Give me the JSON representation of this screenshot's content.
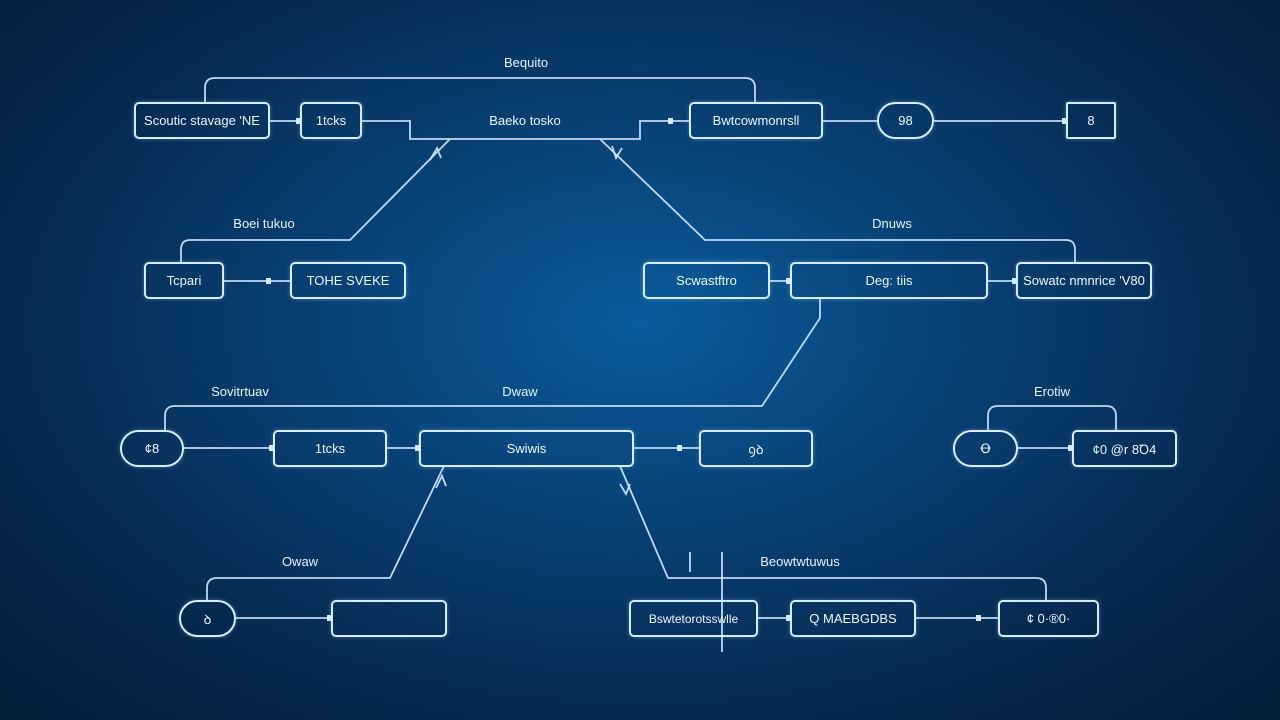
{
  "colors": {
    "background": "#083f72",
    "stroke": "#d6ecff"
  },
  "labels": {
    "top": "Bequito",
    "left_mid": "Boei tukuo",
    "right_mid": "Dnuws",
    "left_low": "Sovitrtuav",
    "center_low": "Dwaw",
    "right_low": "Erotiw",
    "bottom_left": "Owaw",
    "bottom_right": "Beowtwtuwus"
  },
  "nodes": {
    "r1_a": "Scoutic stavage 'NE",
    "r1_b": "1tcks",
    "r1_c": "Baeko tosko",
    "r1_d": "Bwtcowmonrsll",
    "r1_e": "98",
    "r1_f": "8",
    "r2_a": "Tcpari",
    "r2_b": "TOHE SVEKE",
    "r2_c": "Scwastftro",
    "r2_d": "Deg: tiis",
    "r2_e": "Sowatc nmnrice 'V80",
    "r3_a": "¢8",
    "r3_b": "1tcks",
    "r3_c": "Swiwis",
    "r3_d": "ꝯꝺ",
    "r3_e": "Ꝋ",
    "r3_f": "¢0 @r 8Ꝺ4",
    "r4_a": "ꝺ",
    "r4_b": "",
    "r4_c": "Bswtetorotsswlle",
    "r4_d": "Q MAEBGDBS",
    "r4_e": "¢ 0·®0·"
  }
}
